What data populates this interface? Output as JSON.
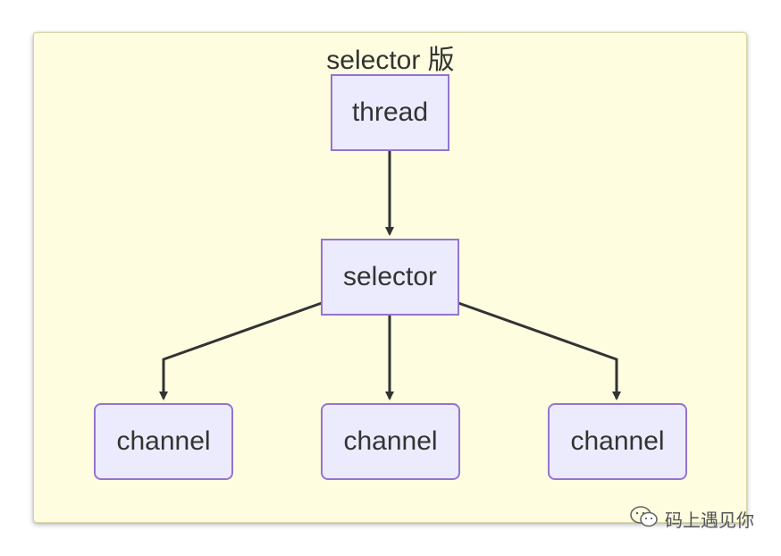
{
  "diagram": {
    "title": "selector 版",
    "nodes": {
      "thread": "thread",
      "selector": "selector",
      "channel_1": "channel",
      "channel_2": "channel",
      "channel_3": "channel"
    }
  },
  "watermark": {
    "text": "码上遇见你",
    "icon": "wechat-icon"
  },
  "colors": {
    "background": "#fefde0",
    "node_fill": "#ecebfd",
    "node_border": "#9474d0",
    "edge": "#333333"
  }
}
